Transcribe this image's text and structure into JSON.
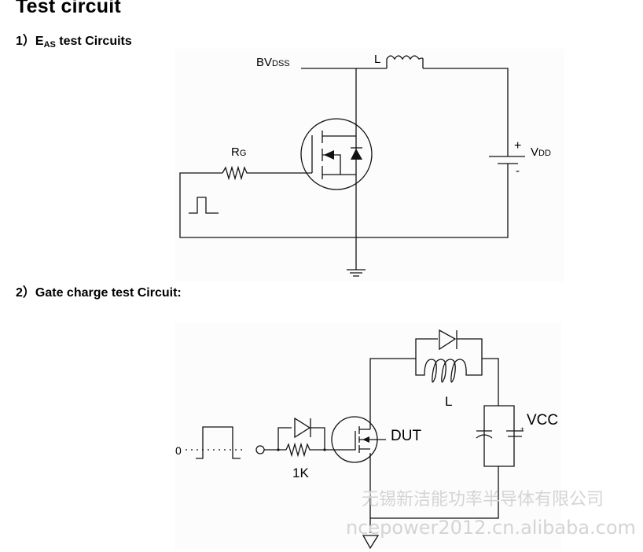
{
  "heading": "Test circuit",
  "section1": {
    "number": "1）",
    "label_main": "E",
    "label_sub": "AS",
    "label_rest": " test Circuits",
    "diagram": {
      "bvdss_main": "BV",
      "bvdss_sub": "DSS",
      "inductor": "L",
      "rg_main": "R",
      "rg_sub": "G",
      "plus": "+",
      "minus": "-",
      "vdd_main": "V",
      "vdd_sub": "DD"
    }
  },
  "section2": {
    "label": "2）Gate charge test Circuit:",
    "diagram": {
      "zero": "0",
      "resistor": "1K",
      "dut": "DUT",
      "inductor": "L",
      "vcc": "VCC"
    }
  },
  "watermark": {
    "line1": "无锡新洁能功率半导体有限公司",
    "line2": "ncepower2012.cn.alibaba.com"
  }
}
